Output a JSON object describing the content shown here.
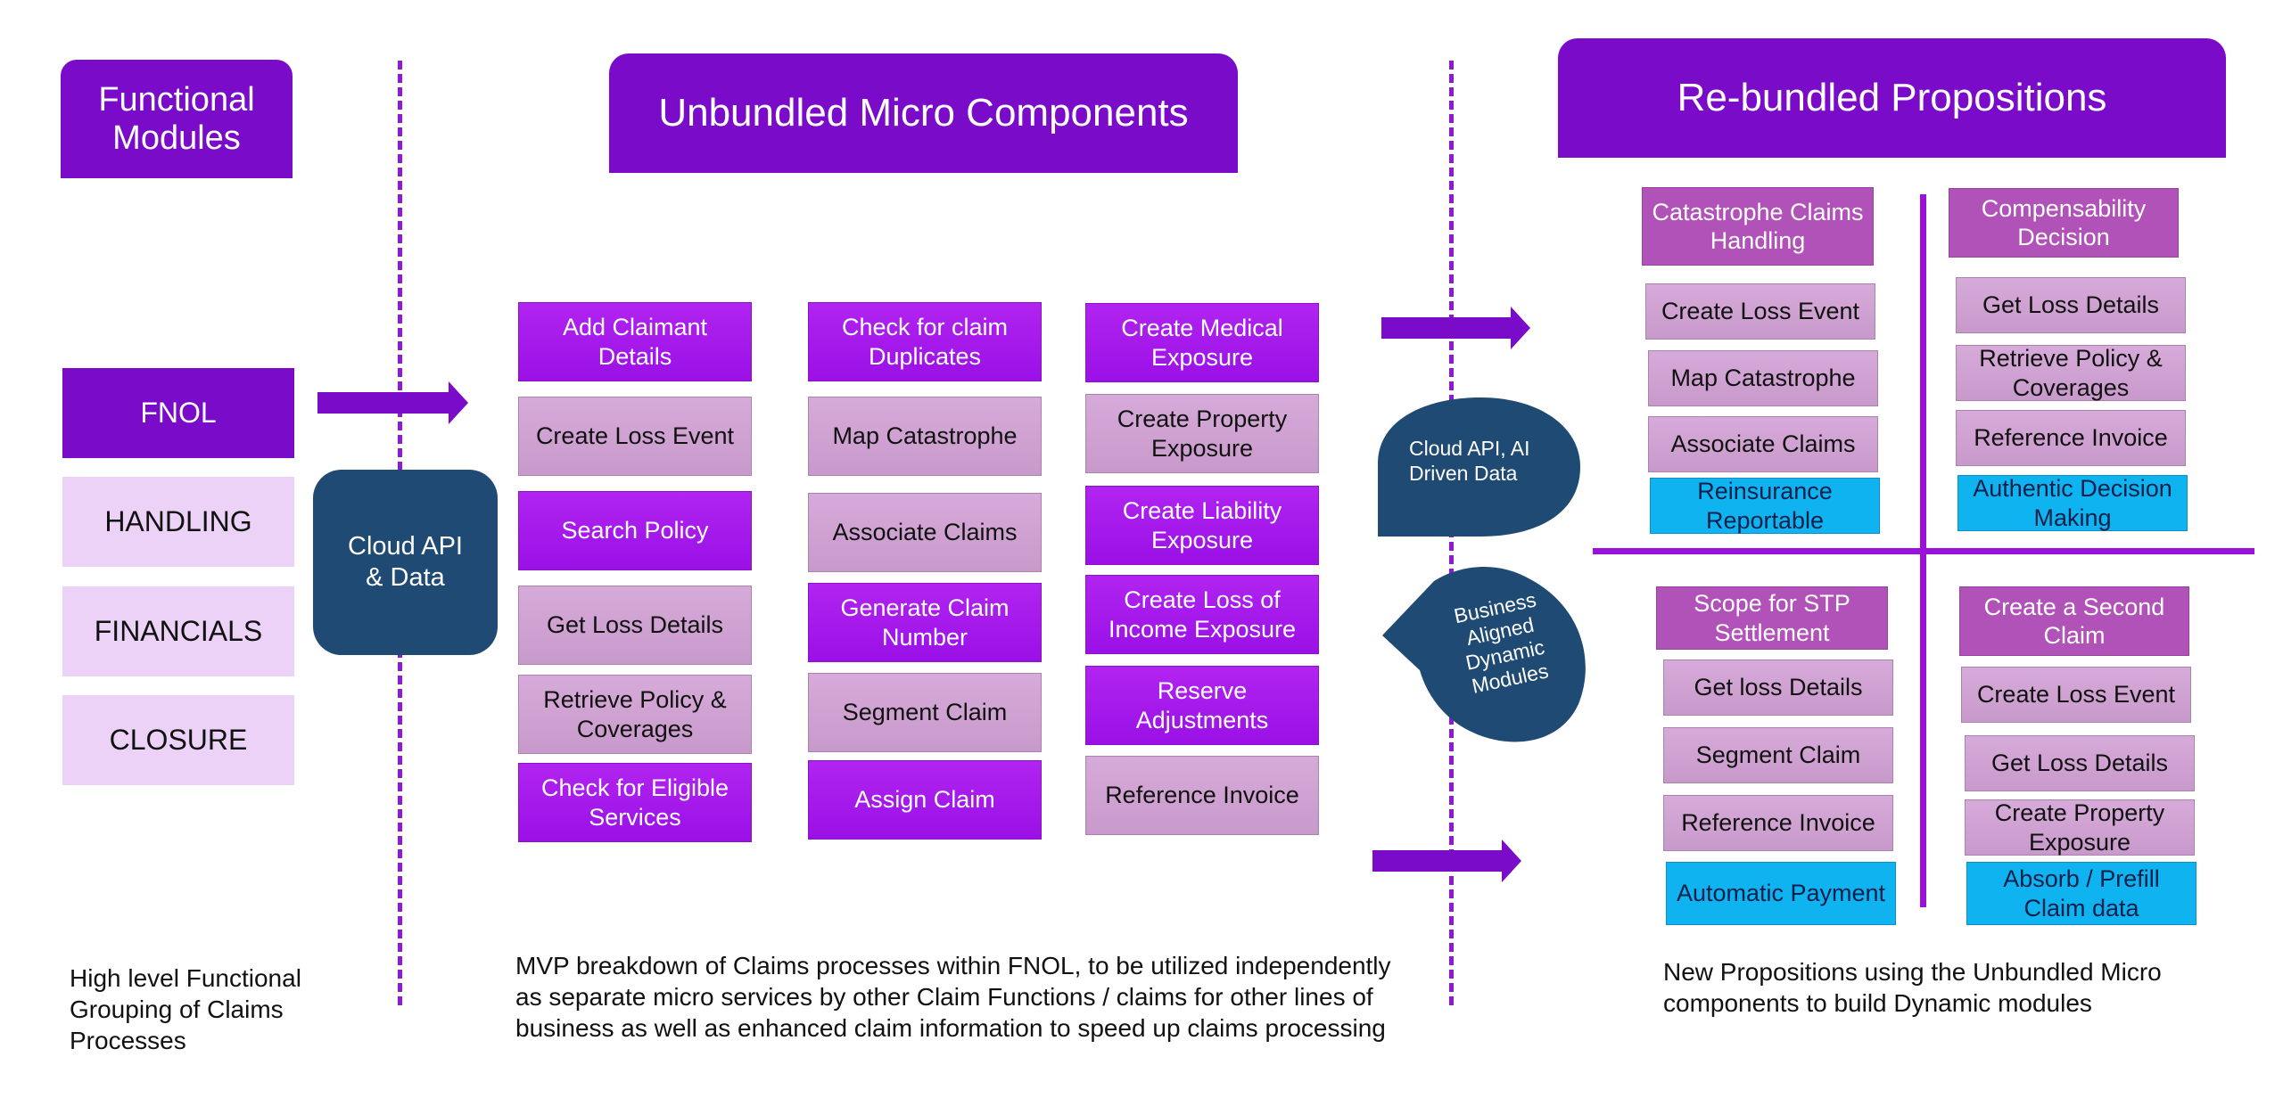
{
  "headers": {
    "functional": "Functional Modules",
    "unbundled": "Unbundled Micro Components",
    "rebundled": "Re-bundled Propositions"
  },
  "modules": [
    "FNOL",
    "HANDLING",
    "FINANCIALS",
    "CLOSURE"
  ],
  "cloud_api": "Cloud API & Data",
  "components": {
    "col1": [
      "Add Claimant Details",
      "Create Loss Event",
      "Search Policy",
      "Get Loss Details",
      "Retrieve Policy & Coverages",
      "Check for Eligible Services"
    ],
    "col2": [
      "Check for claim Duplicates",
      "Map Catastrophe",
      "Associate Claims",
      "Generate Claim Number",
      "Segment Claim",
      "Assign Claim"
    ],
    "col3": [
      "Create Medical Exposure",
      "Create Property Exposure",
      "Create Liability Exposure",
      "Create Loss of Income Exposure",
      "Reserve Adjustments",
      "Reference Invoice"
    ]
  },
  "bubbles": {
    "ai_data": "Cloud API, AI Driven Data",
    "business": "Business Aligned Dynamic Modules"
  },
  "propositions": {
    "q1": {
      "title": "Catastrophe Claims Handling",
      "items": [
        "Create Loss Event",
        "Map Catastrophe",
        "Associate Claims"
      ],
      "highlight": "Reinsurance Reportable"
    },
    "q2": {
      "title": "Compensability Decision",
      "items": [
        "Get Loss Details",
        "Retrieve Policy & Coverages",
        "Reference Invoice"
      ],
      "highlight": "Authentic Decision Making"
    },
    "q3": {
      "title": "Scope for STP Settlement",
      "items": [
        "Get loss Details",
        "Segment Claim",
        "Reference Invoice"
      ],
      "highlight": "Automatic Payment"
    },
    "q4": {
      "title": "Create a Second Claim",
      "items": [
        "Create Loss Event",
        "Get Loss Details",
        "Create Property Exposure"
      ],
      "highlight": "Absorb / Prefill Claim data"
    }
  },
  "captions": {
    "left": "High level Functional Grouping of Claims Processes",
    "middle": "MVP breakdown of Claims processes within FNOL, to be utilized independently  as separate micro services by other Claim Functions /  claims for other lines of business as well as enhanced claim information to speed up claims processing",
    "right": "New Propositions using the Unbundled Micro components to build Dynamic modules"
  },
  "colors": {
    "purple": "#7a0bc9",
    "vivid_purple": "#a918ec",
    "mauve": "#d0a2d3",
    "magenta": "#b152b8",
    "cyan": "#0fb3f0",
    "navy": "#1f4a73",
    "light_lilac": "#ecd2f7"
  }
}
